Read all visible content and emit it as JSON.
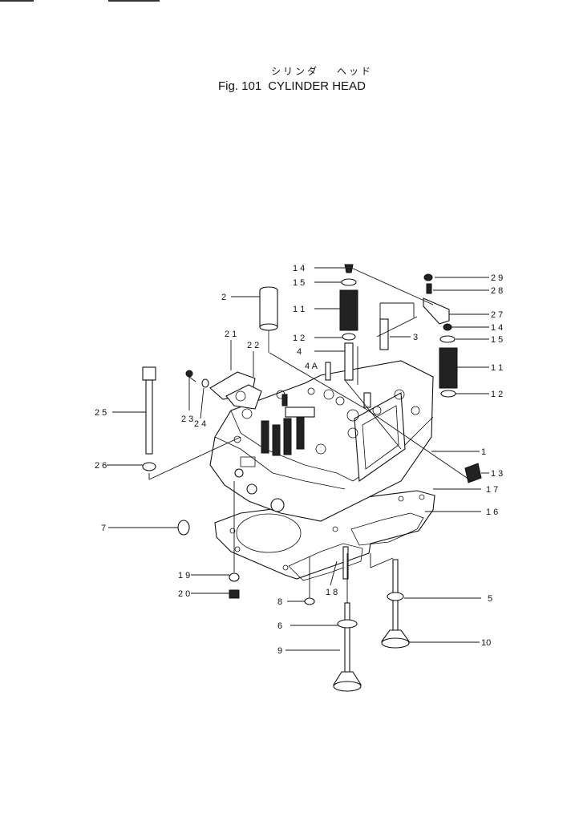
{
  "title": {
    "jp_word1": "シリンダ",
    "jp_word2": "ヘッド",
    "fig_number": "Fig. 101",
    "name": "CYLINDER HEAD"
  },
  "callouts": {
    "c1": "1",
    "c2": "2",
    "c3": "3",
    "c4": "4",
    "c4a": "4 A",
    "c5": "5",
    "c6": "6",
    "c7": "7",
    "c8": "8",
    "c9": "9",
    "c10": "10",
    "c11a": "1 1",
    "c11b": "1 1",
    "c12a": "1 2",
    "c12b": "1 2",
    "c13": "1 3",
    "c14a": "1 4",
    "c14b": "1 4",
    "c15a": "1 5",
    "c15b": "1 5",
    "c16": "1 6",
    "c17": "1 7",
    "c18": "1 8",
    "c19": "1 9",
    "c20": "2 0",
    "c21": "2 1",
    "c22": "2 2",
    "c23": "2 3",
    "c24": "2 4",
    "c25": "2 5",
    "c26": "2 6",
    "c27": "2 7",
    "c28": "2 8",
    "c29": "2 9"
  }
}
